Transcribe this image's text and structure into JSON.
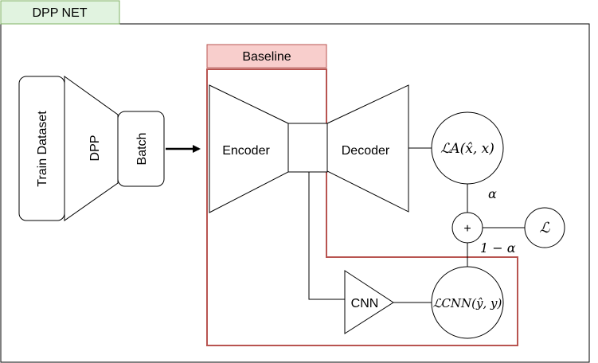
{
  "frame": {
    "title": "DPP NET",
    "title_fill": "#e1f3e0",
    "title_stroke": "#82b366"
  },
  "baseline": {
    "title": "Baseline",
    "title_fill": "#f8cecc",
    "border_color": "#b85450"
  },
  "nodes": {
    "train_dataset": "Train Dataset",
    "dpp": "DPP",
    "batch": "Batch",
    "encoder": "Encoder",
    "decoder": "Decoder",
    "cnn": "CNN",
    "loss_a": "ℒA(x̂, x)",
    "loss_cnn": "ℒCNN(ŷ, y)",
    "plus": "+",
    "loss_total": "ℒ"
  },
  "weights": {
    "alpha": "α",
    "one_minus_alpha": "1 − α"
  }
}
